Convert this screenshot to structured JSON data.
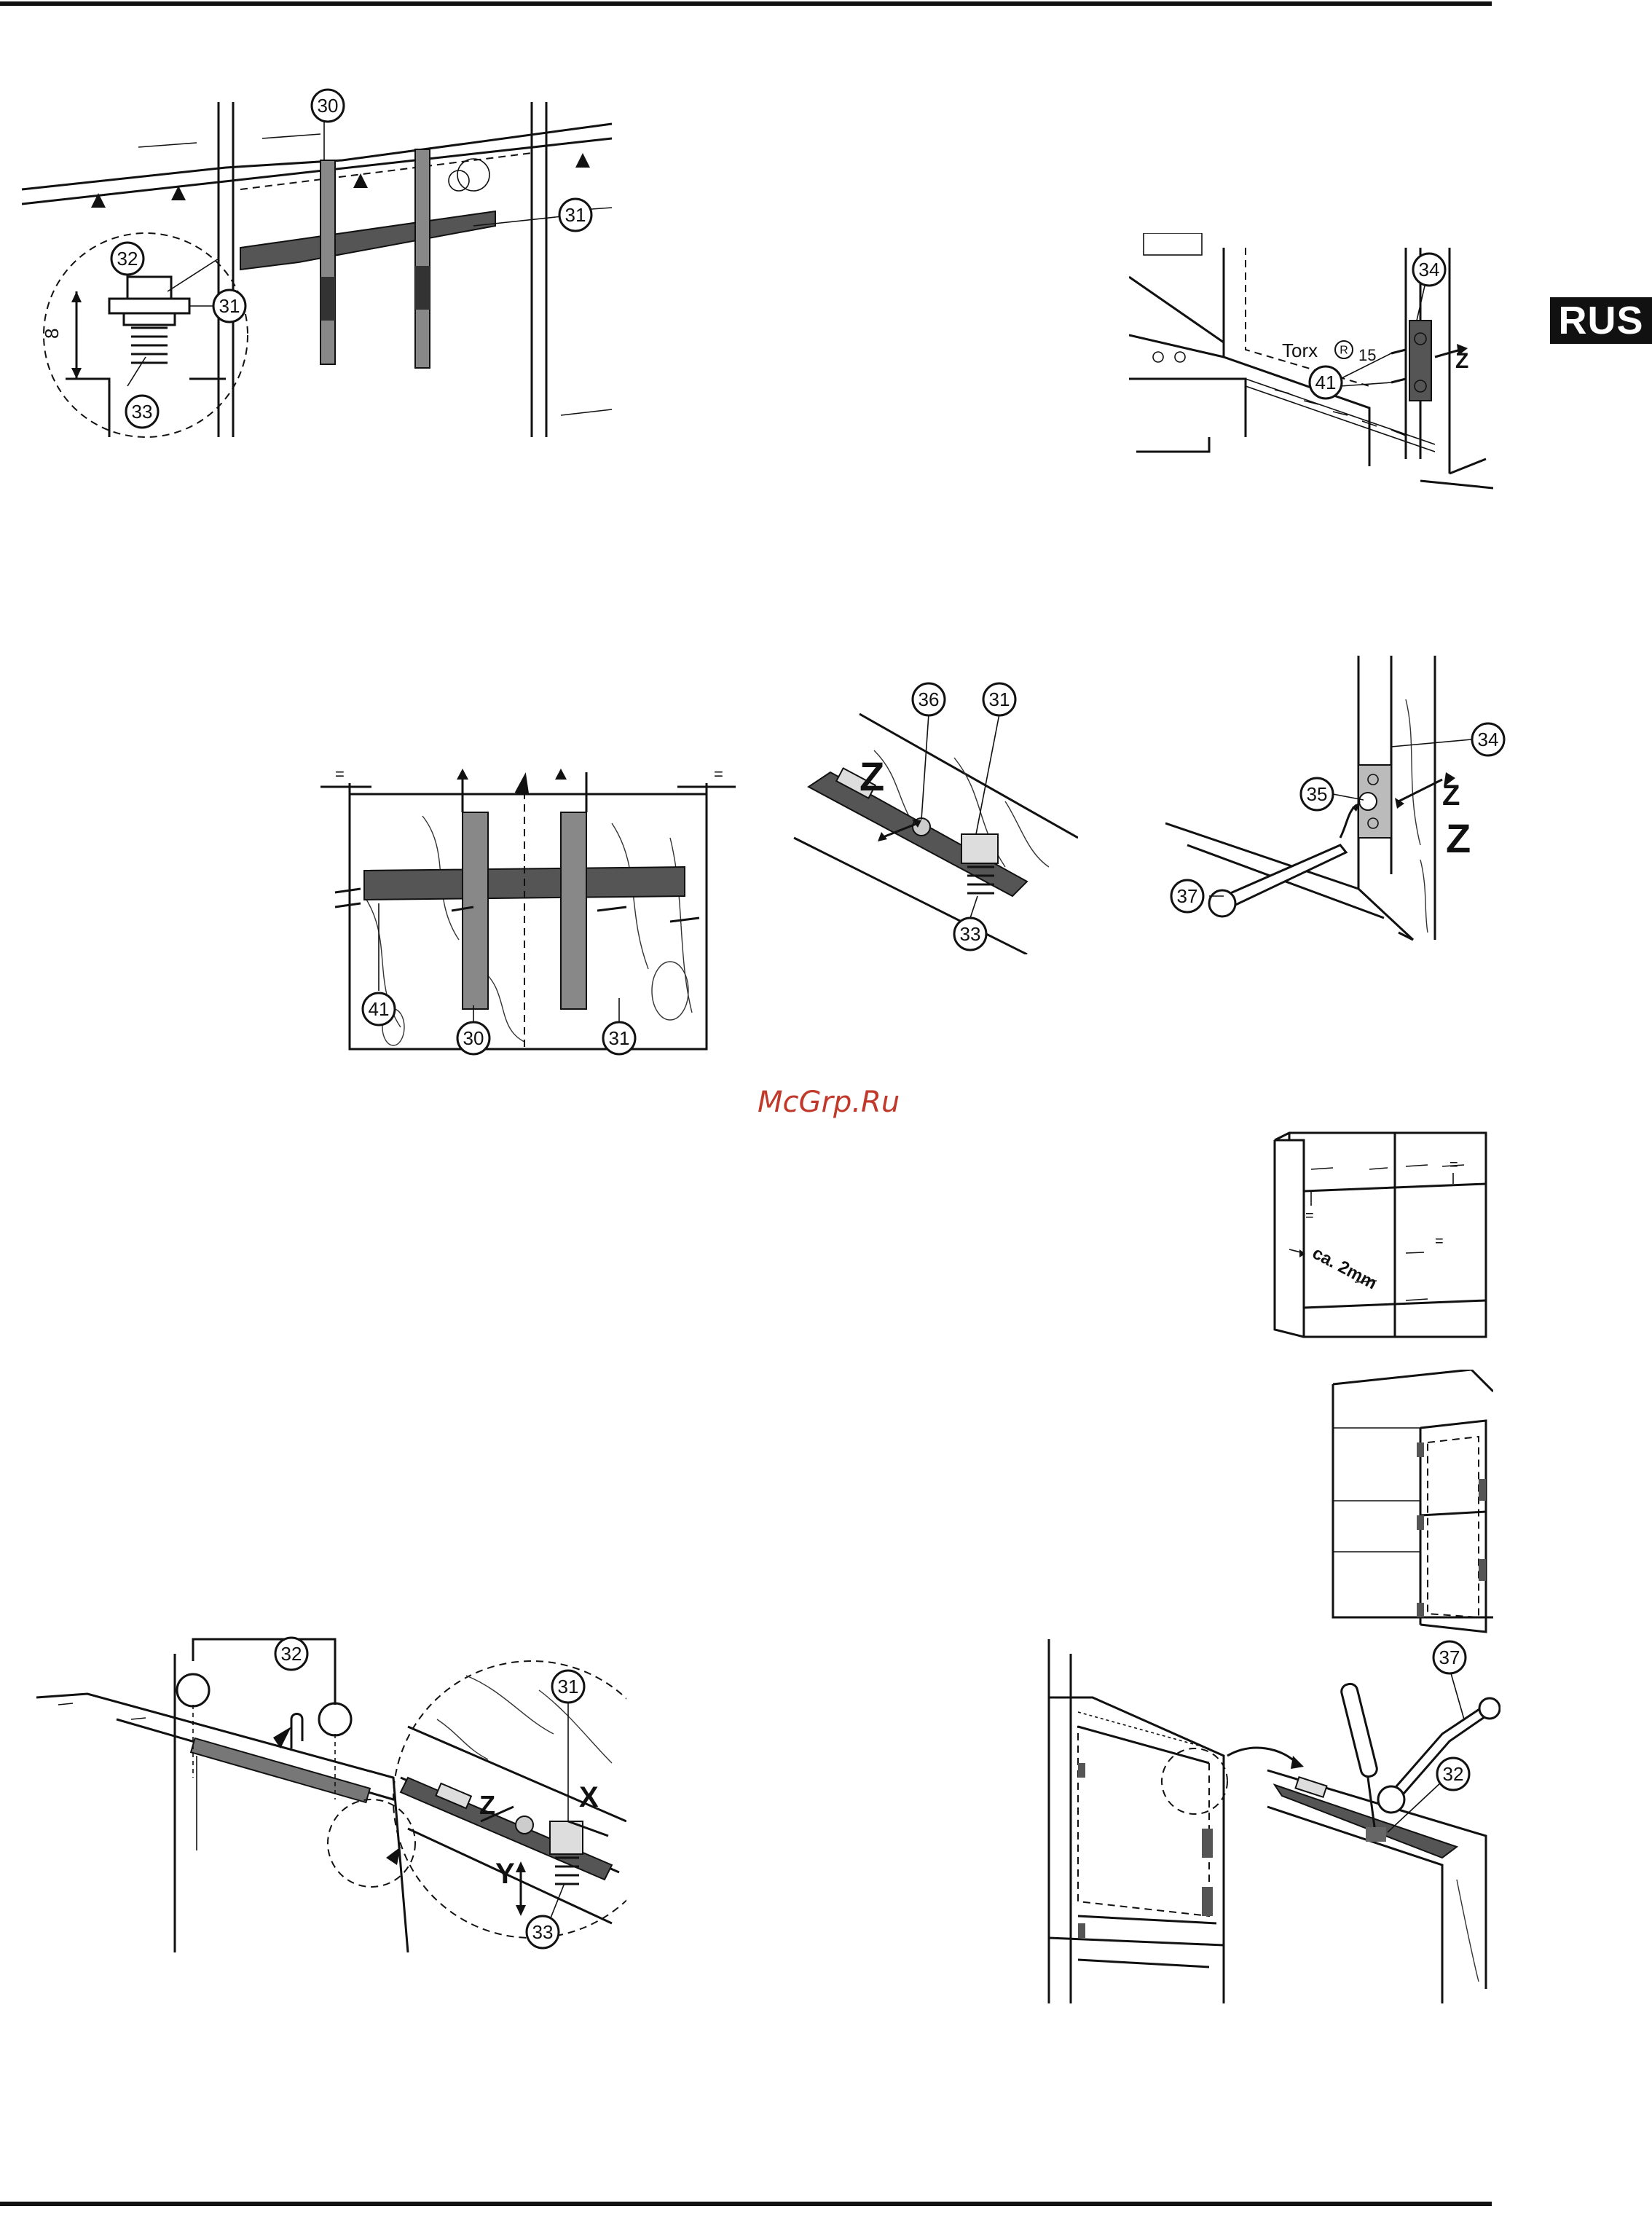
{
  "language_badge": "RUS",
  "watermark": "McGrp.Ru",
  "figures": {
    "fig1": {
      "labels": [
        "30",
        "31",
        "32",
        "31",
        "33"
      ],
      "dimension": "8"
    },
    "fig2": {
      "labels": [
        "34",
        "41"
      ],
      "torx_text": "Torx",
      "torx_size": "15",
      "axis": "Z"
    },
    "fig3": {
      "labels": [
        "41",
        "30",
        "31"
      ]
    },
    "fig4": {
      "labels": [
        "36",
        "31",
        "33"
      ],
      "axis": "Z"
    },
    "fig5": {
      "labels": [
        "34",
        "35",
        "37"
      ],
      "axis_small": "Z",
      "axis_large": "Z"
    },
    "fig6": {
      "gap_text": "ca. 2mm"
    },
    "fig8": {
      "labels": [
        "32",
        "31",
        "33"
      ],
      "axes": [
        "Z",
        "X",
        "Y"
      ]
    },
    "fig9": {
      "labels": [
        "37",
        "32"
      ]
    }
  }
}
